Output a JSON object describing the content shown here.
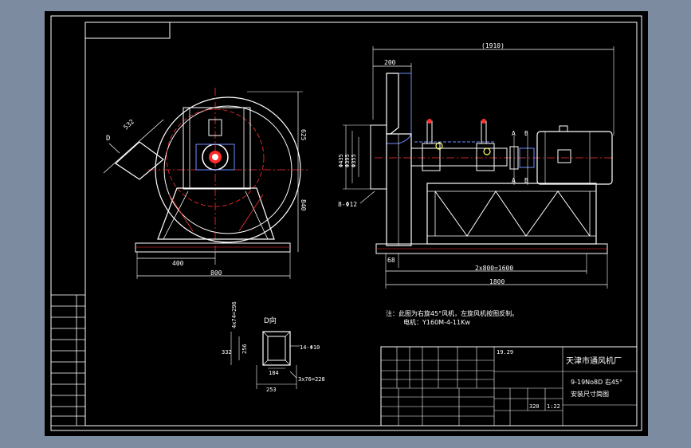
{
  "drawing": {
    "dims": {
      "fan_height_upper": "625",
      "fan_height_lower": "840",
      "fan_half_width": "400",
      "fan_total_width": "800",
      "outlet_width": "532",
      "side_total": "(1910)",
      "side_top": "200",
      "shaft_dia_1": "Φ435",
      "shaft_dia_2": "Φ395",
      "shaft_dia_3": "Φ355",
      "bolt_holes": "8-Φ12",
      "offset_68": "68",
      "frame_spacing": "2x800=1600",
      "frame_total": "1800",
      "d_flange_side": "4x74=296",
      "d_height_1": "332",
      "d_height_2": "256",
      "d_inner_width": "184",
      "d_outer_width": "253",
      "d_holes": "14-Φ10",
      "d_pitch": "3x76=228",
      "section_a": "A",
      "section_b": "B",
      "view_letter": "D",
      "view_title": "D向"
    },
    "notes": {
      "line1": "注：此图为右旋45°风机，左旋风机按图反制。",
      "line2": "电机：Y160M-4-11Kw"
    },
    "title_block": {
      "company": "天津市通风机厂",
      "model": "9-19No8D 右45°",
      "title": "安装尺寸简图",
      "number": "19.29",
      "scale": "1:22",
      "weight": "320"
    }
  }
}
